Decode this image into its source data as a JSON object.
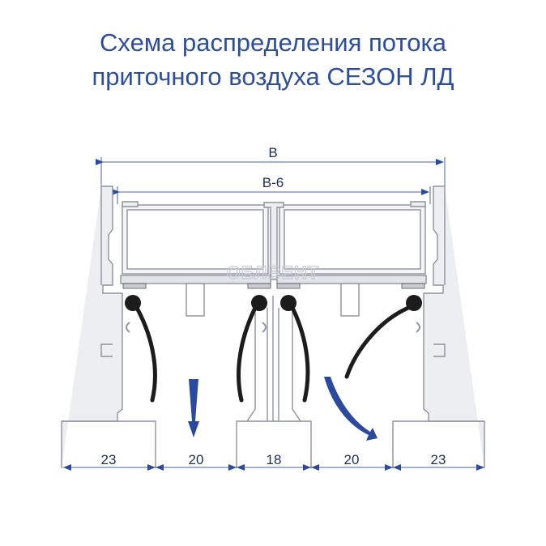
{
  "title": {
    "line1": "Схема распределения потока",
    "line2": "приточного воздуха СЕЗОН ЛД"
  },
  "dimensions": {
    "overall": "B",
    "inner": "B-6",
    "segments": [
      "23",
      "20",
      "18",
      "20",
      "23"
    ]
  },
  "watermark": "ОБЛВЕНТ",
  "colors": {
    "outline": "#8e939b",
    "profile_fill": "#eceef1",
    "dimension_line": "#4a66a8",
    "arrow": "#2c4a9c",
    "blade": "#1c1c1c",
    "title": "#2e4f98"
  }
}
